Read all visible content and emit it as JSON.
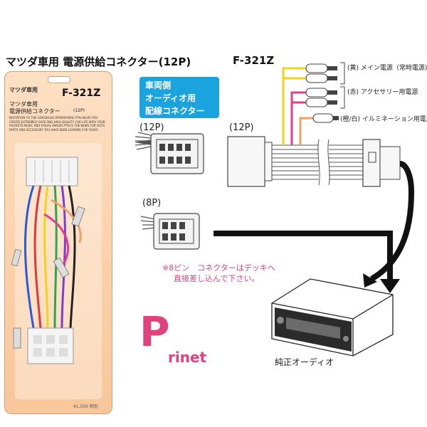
{
  "title": "マツダ車用 電源供給コネクター(12P)",
  "model_code": "F-321Z",
  "package": {
    "brand": "マツダ車用",
    "model": "F-321Z",
    "subtitle_line1": "マツダ車用",
    "subtitle_line2": "電源供給コネクター",
    "subtitle_pins": "(12P)",
    "blurb": "INVITATION TO THE GORGEOUS ATMOSPHERE PTN HELPS YOU CREATE EXTREMELY SAFE AND HIGH QUALITY CAR LIFE WITH YOUR FAVORITE MUSIC AND VISUAL IMAGES PTN IS THE NEWS FOR AUTO PARTS AND ACCESSORY YOU HAVE BEEN LOOKING FOR YEARS",
    "price": "¥1,500 税別"
  },
  "callout": {
    "line1": "車両側",
    "line2": "オーディオ用",
    "line3": "配線コネクター"
  },
  "connectors": {
    "left_12p": "(12P)",
    "harness_12p": "(12P)",
    "left_8p": "(8P)"
  },
  "wires": [
    {
      "label": "(黄) メイン電源（常時電源)",
      "color": "#f2d21b"
    },
    {
      "label": "(赤) アクセサリー用電源",
      "color": "#e63a8c"
    },
    {
      "label": "(橙/白) イルミネーション用電源",
      "color": "#f0a064"
    }
  ],
  "note": {
    "line1": "※8ピン　コネクターはデッキへ",
    "line2": "直接差し込んで下さい。"
  },
  "brand": {
    "initial": "P",
    "rest": "rinet"
  },
  "stock_audio_label": "純正オーディオ"
}
